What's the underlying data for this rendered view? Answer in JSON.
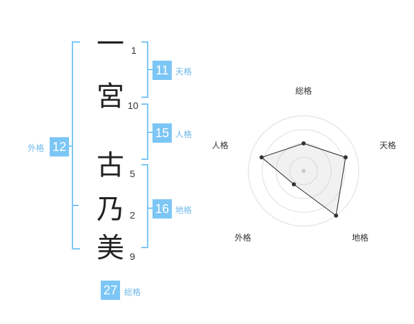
{
  "colors": {
    "accent": "#7cc6f5",
    "accent_text": "#6fb9ea"
  },
  "name": {
    "chars": [
      "一",
      "宮",
      "古",
      "乃",
      "美"
    ],
    "strokes": [
      "1",
      "10",
      "5",
      "2",
      "9"
    ]
  },
  "kaku": {
    "ten": {
      "value": "11",
      "label": "天格"
    },
    "jin": {
      "value": "15",
      "label": "人格"
    },
    "chi": {
      "value": "16",
      "label": "地格"
    },
    "gai": {
      "value": "12",
      "label": "外格"
    },
    "souka": {
      "value": "27",
      "label": "総格"
    }
  },
  "chart_data": {
    "type": "radar",
    "axes": [
      "総格",
      "天格",
      "地格",
      "外格",
      "人格"
    ],
    "values": [
      0.5,
      0.8,
      1.0,
      0.3,
      0.8
    ],
    "rings": 4,
    "range": [
      0,
      1
    ],
    "grid": true
  }
}
